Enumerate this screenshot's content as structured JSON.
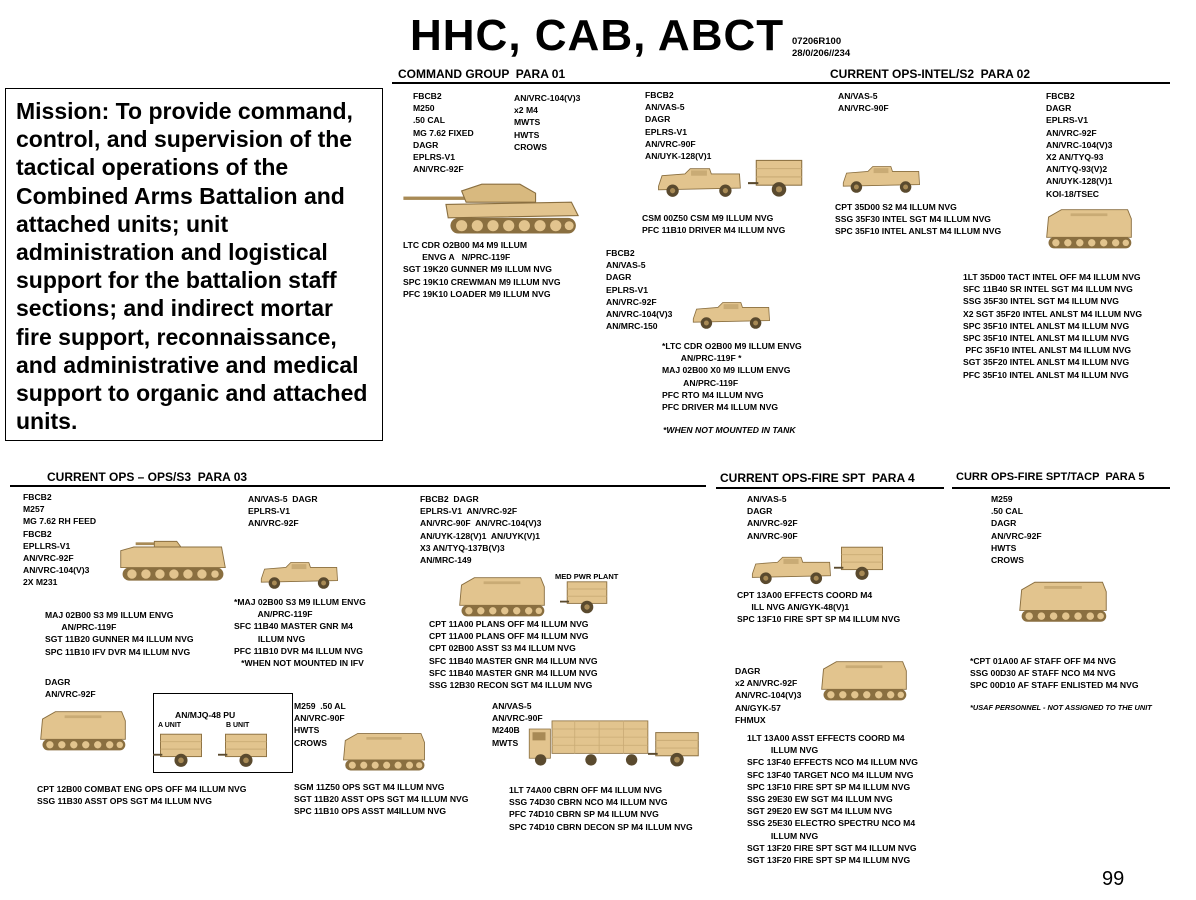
{
  "header": {
    "title": "HHC, CAB, ABCT",
    "code1": "07206R100",
    "code2": "28/0/206//234"
  },
  "mission": "Mission: To provide command, control, and supervision of the tactical operations of the Combined Arms Battalion and attached units; unit administration and logistical support for the battalion staff sections; and indirect mortar fire support, reconnaissance, and administrative and medical support to organic and attached units.",
  "sections": {
    "para01": "COMMAND GROUP  PARA 01",
    "para02": "CURRENT OPS-INTEL/S2  PARA 02",
    "para03": "CURRENT OPS – OPS/S3  PARA 03",
    "para04": "CURRENT OPS-FIRE SPT  PARA 4",
    "para05": "CURR OPS-FIRE SPT/TACP  PARA 5"
  },
  "blocks": {
    "cg_eq1": [
      "FBCB2",
      "M250",
      ".50 CAL",
      "MG 7.62 FIXED",
      "DAGR",
      "EPLRS-V1",
      "AN/VRC-92F"
    ],
    "cg_eq2": [
      "AN/VRC-104(V)3",
      "x2 M4",
      "MWTS",
      "HWTS",
      "CROWS"
    ],
    "cg_eq3": [
      "FBCB2",
      "AN/VAS-5",
      "DAGR",
      "EPLRS-V1",
      "AN/VRC-90F",
      "AN/UYK-128(V)1"
    ],
    "cg_crew1": [
      "CSM 00Z50 CSM M9 ILLUM NVG",
      "PFC 11B10 DRIVER M4 ILLUM NVG"
    ],
    "cg_tank_crew": [
      "LTC CDR O2B00 M4 M9 ILLUM",
      "        ENVG A   N/PRC-119F",
      "SGT 19K20 GUNNER M9 ILLUM NVG",
      "SPC 19K10 CREWMAN M9 ILLUM NVG",
      "PFC 19K10 LOADER M9 ILLUM NVG"
    ],
    "cg_eq4": [
      "FBCB2",
      "AN/VAS-5",
      "DAGR",
      "EPLRS-V1",
      "AN/VRC-92F",
      "AN/VRC-104(V)3",
      "AN/MRC-150"
    ],
    "cg_crew2": [
      "*LTC CDR O2B00 M9 ILLUM ENVG",
      "        AN/PRC-119F *",
      "MAJ 02B00 X0 M9 ILLUM ENVG",
      "         AN/PRC-119F",
      "PFC RTO M4 ILLUM NVG",
      "PFC DRIVER M4 ILLUM NVG"
    ],
    "cg_note": "*WHEN NOT MOUNTED IN TANK",
    "s2_eq1": [
      "AN/VAS-5",
      "AN/VRC-90F"
    ],
    "s2_crew1": [
      "CPT 35D00 S2 M4 ILLUM NVG",
      "SSG 35F30 INTEL SGT M4 ILLUM NVG",
      "SPC 35F10 INTEL ANLST M4 ILLUM NVG"
    ],
    "s2_eq2": [
      "FBCB2",
      "DAGR",
      "EPLRS-V1",
      "AN/VRC-92F",
      "AN/VRC-104(V)3",
      "X2 AN/TYQ-93",
      "AN/TYQ-93(V)2",
      "AN/UYK-128(V)1",
      "KOI-18/TSEC"
    ],
    "s2_crew2": [
      "1LT 35D00 TACT INTEL OFF M4 ILLUM NVG",
      "SFC 11B40 SR INTEL SGT M4 ILLUM NVG",
      "SSG 35F30 INTEL SGT M4 ILLUM NVG",
      "X2 SGT 35F20 INTEL ANLST M4 ILLUM NVG",
      "SPC 35F10 INTEL ANLST M4 ILLUM NVG",
      "SPC 35F10 INTEL ANLST M4 ILLUM NVG",
      " PFC 35F10 INTEL ANLST M4 ILLUM NVG",
      "SGT 35F20 INTEL ANLST M4 ILLUM NVG",
      "PFC 35F10 INTEL ANLST M4 ILLUM NVG"
    ],
    "s3_eq1": [
      "FBCB2",
      "M257",
      "MG 7.62 RH FEED",
      "FBCB2",
      "EPLLRS-V1",
      "AN/VRC-92F",
      "AN/VRC-104(V)3",
      "2X M231"
    ],
    "s3_eq2": [
      "AN/VAS-5  DAGR",
      "EPLRS-V1",
      "AN/VRC-92F"
    ],
    "s3_crew1": [
      "MAJ 02B00 S3 M9 ILLUM ENVG",
      "       AN/PRC-119F",
      "SGT 11B20 GUNNER M4 ILLUM NVG",
      "SPC 11B10 IFV DVR M4 ILLUM NVG"
    ],
    "s3_crew2": [
      "*MAJ 02B00 S3 M9 ILLUM ENVG",
      "          AN/PRC-119F",
      "SFC 11B40 MASTER GNR M4",
      "          ILLUM NVG",
      "PFC 11B10 DVR M4 ILLUM NVG",
      "   *WHEN NOT MOUNTED IN IFV"
    ],
    "s3_eq3": [
      "FBCB2  DAGR",
      "EPLRS-V1  AN/VRC-92F",
      "AN/VRC-90F  AN/VRC-104(V)3",
      "AN/UYK-128(V)1  AN/UYK(V)1",
      "X3 AN/TYQ-137B(V)3",
      "AN/MRC-149"
    ],
    "s3_medpwr": "MED PWR PLANT",
    "s3_crew3": [
      "CPT 11A00 PLANS OFF M4 ILLUM NVG",
      "CPT 11A00 PLANS OFF M4 ILLUM NVG",
      "CPT 02B00 ASST S3 M4 ILLUM NVG",
      "SFC 11B40 MASTER GNR M4 ILLUM NVG",
      "SFC 11B40 MASTER GNR M4 ILLUM NVG",
      "SSG 12B30 RECON SGT M4 ILLUM NVG"
    ],
    "s3_eq4": [
      "DAGR",
      "AN/VRC-92F"
    ],
    "s3_mjq": "AN/MJQ-48 PU",
    "s3_aunit": "A UNIT",
    "s3_bunit": "B UNIT",
    "s3_eq5": [
      "M259  .50 AL",
      "AN/VRC-90F",
      "HWTS",
      "CROWS"
    ],
    "s3_eq6": [
      "AN/VAS-5",
      "AN/VRC-90F",
      "M240B",
      "MWTS"
    ],
    "s3_crew4": [
      "CPT 12B00 COMBAT ENG OPS OFF M4 ILLUM NVG",
      "SSG 11B30 ASST OPS SGT M4 ILLUM NVG"
    ],
    "s3_crew5": [
      "SGM 11Z50 OPS SGT M4 ILLUM NVG",
      "SGT 11B20 ASST OPS SGT M4 ILLUM NVG",
      "SPC 11B10 OPS ASST M4ILLUM NVG"
    ],
    "s3_crew6": [
      "1LT 74A00 CBRN OFF M4 ILLUM NVG",
      "SSG 74D30 CBRN NCO M4 ILLUM NVG",
      "PFC 74D10 CBRN SP M4 ILLUM NVG",
      "SPC 74D10 CBRN DECON SP M4 ILLUM NVG"
    ],
    "fs_eq1": [
      "AN/VAS-5",
      "DAGR",
      "AN/VRC-92F",
      "AN/VRC-90F"
    ],
    "fs_crew1": [
      "CPT 13A00 EFFECTS COORD M4",
      "      ILL NVG AN/GYK-48(V)1",
      "SPC 13F10 FIRE SPT SP M4 ILLUM NVG"
    ],
    "fs_eq2": [
      "DAGR",
      "x2 AN/VRC-92F",
      "AN/VRC-104(V)3",
      "AN/GYK-57",
      "FHMUX"
    ],
    "fs_crew2": [
      "1LT 13A00 ASST EFFECTS COORD M4",
      "          ILLUM NVG",
      "SFC 13F40 EFFECTS NCO M4 ILLUM NVG",
      "SFC 13F40 TARGET NCO M4 ILLUM NVG",
      "SPC 13F10 FIRE SPT SP M4 ILLUM NVG",
      "SSG 29E30 EW SGT M4 ILLUM NVG",
      "SGT 29E20 EW SGT M4 ILLUM NVG",
      "SSG 25E30 ELECTRO SPECTRU NCO M4",
      "          ILLUM NVG",
      "SGT 13F20 FIRE SPT SGT M4 ILLUM NVG",
      "SGT 13F20 FIRE SPT SP M4 ILLUM NVG"
    ],
    "tacp_eq": [
      "M259",
      ".50 CAL",
      "DAGR",
      "AN/VRC-92F",
      "HWTS",
      "CROWS"
    ],
    "tacp_crew": [
      "*CPT 01A00 AF STAFF OFF M4 NVG",
      "SSG 00D30 AF STAFF NCO M4 NVG",
      "SPC 00D10 AF STAFF ENLISTED M4 NVG"
    ],
    "tacp_note": "*USAF PERSONNEL - NOT ASSIGNED TO THE UNIT"
  },
  "page_number": "99",
  "colors": {
    "vehicle": "#e2c48e",
    "vehicle_dark": "#a88a55",
    "vehicle_shadow": "#6f5a35"
  }
}
